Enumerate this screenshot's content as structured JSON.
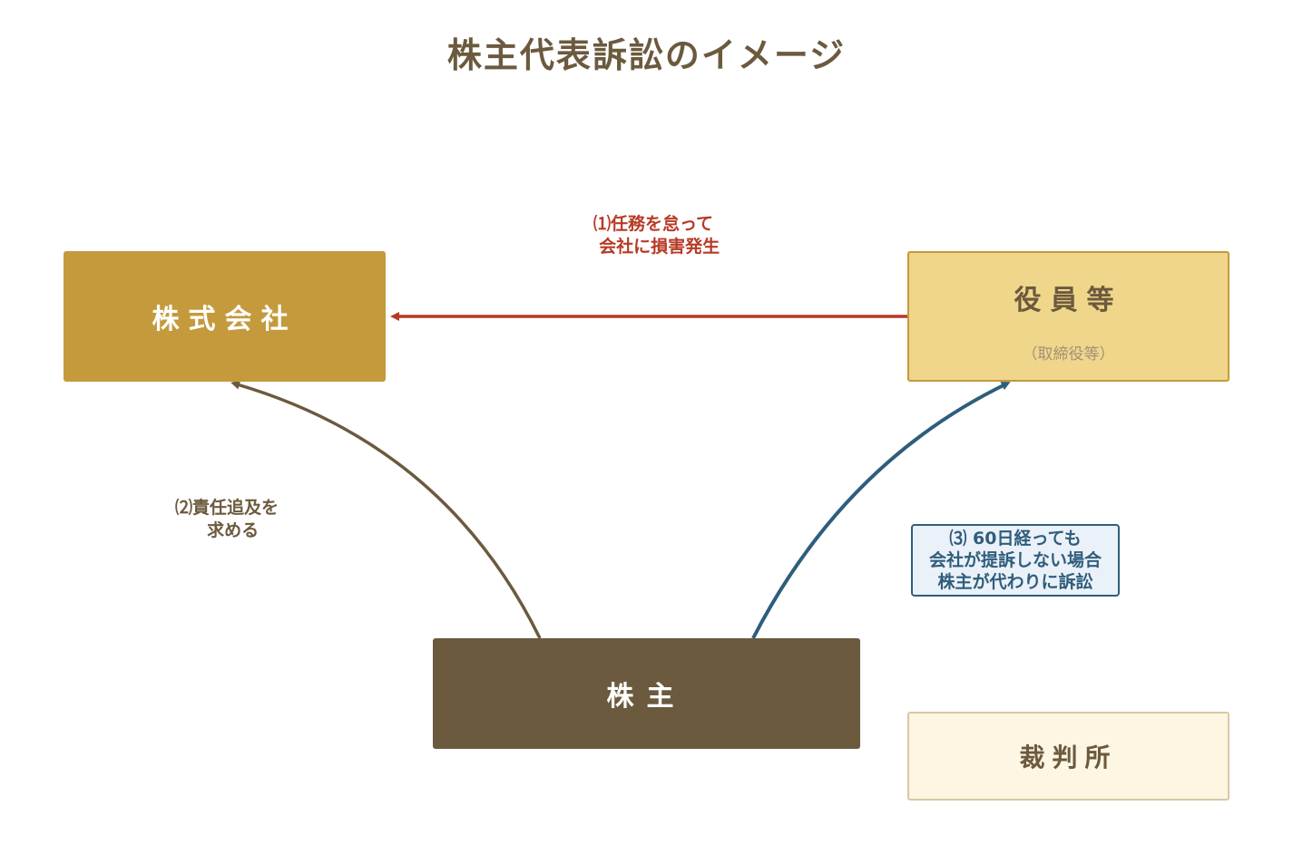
{
  "title": "株主代表訴訟のイメージ",
  "nodes": {
    "company": "株式会社",
    "officers": "役員等",
    "officers_note": "（取締役等）",
    "shareholder": "株主",
    "court": "裁判所"
  },
  "edges": {
    "officers_to_company": {
      "label": "⑴任務を怠って\n  会社に損害発生",
      "color": "#b73a26"
    },
    "shareholder_to_company": {
      "label": "⑵責任追及を\n  求める",
      "color": "#6b5a3e"
    },
    "shareholder_to_officers": {
      "label": "⑶ 60日経っても\n会社が提訴しない場合\n株主が代わりに訴訟",
      "color": "#2f5d7c"
    }
  },
  "colors": {
    "company_fill": "#c49a3c",
    "officers_fill": "#f0d68a",
    "shareholder_fill": "#6b5a3e",
    "court_fill": "#fdf6e3",
    "title": "#6b5a3e"
  }
}
